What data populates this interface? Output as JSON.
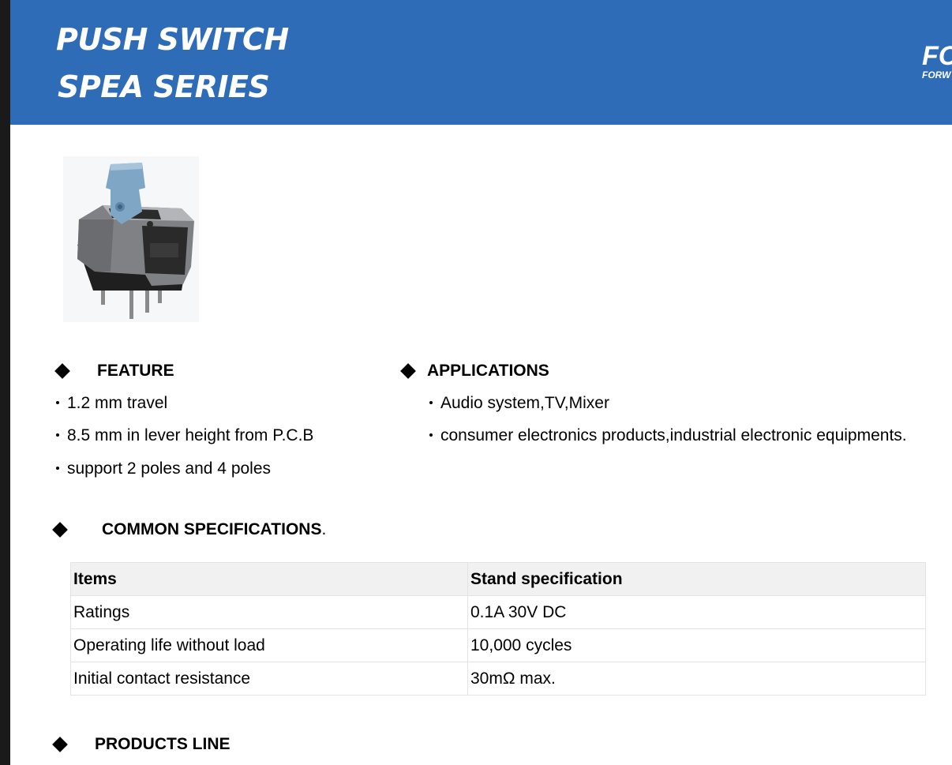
{
  "header": {
    "title_line1": "PUSH SWITCH",
    "title_line2": "SPEA SERIES",
    "logo_text": "FC",
    "logo_sub": "FORW"
  },
  "colors": {
    "banner": "#2f6cb7",
    "table_header_bg": "#f1f1f1"
  },
  "feature": {
    "heading": "FEATURE",
    "items": [
      "1.2 mm travel",
      "8.5 mm in lever height from P.C.B",
      "support 2 poles and 4 poles"
    ]
  },
  "applications": {
    "heading": "APPLICATIONS",
    "items": [
      "Audio system,TV,Mixer",
      "consumer electronics products,industrial electronic equipments."
    ]
  },
  "common_specs": {
    "heading": "COMMON SPECIFICATIONS",
    "heading_suffix": ".",
    "columns": [
      "Items",
      "Stand specification"
    ],
    "rows": [
      [
        "Ratings",
        "0.1A 30V DC"
      ],
      [
        "Operating life without load",
        "10,000 cycles"
      ],
      [
        "Initial contact resistance",
        "30mΩ max."
      ]
    ]
  },
  "products_line": {
    "heading": "PRODUCTS LINE"
  }
}
